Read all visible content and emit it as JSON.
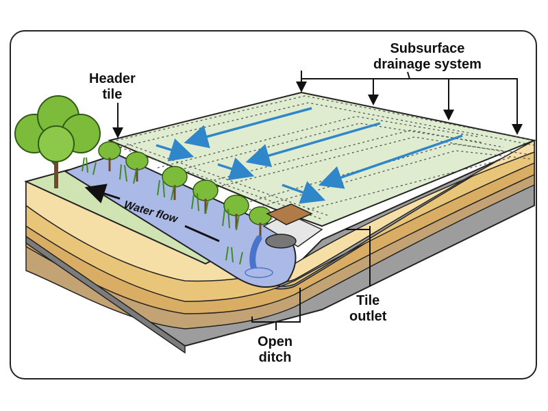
{
  "labels": {
    "subsurface": {
      "line1": "Subsurface",
      "line2": "drainage system"
    },
    "header_tile": {
      "line1": "Header",
      "line2": "tile"
    },
    "water_flow": "Water flow",
    "tile_outlet": {
      "line1": "Tile",
      "line2": "outlet"
    },
    "open_ditch": {
      "line1": "Open",
      "line2": "ditch"
    }
  },
  "colors": {
    "field": "#dfeccf",
    "grass": "#cfe3b3",
    "soil_top": "#f6dfa6",
    "soil_mid": "#e9c57a",
    "soil_deep": "#d9ad63",
    "subsoil": "#c3a374",
    "bedrock": "#9d9d9d",
    "water": "#aab9e6",
    "flow_arrow": "#2f86c9",
    "tree": "#7dbb3a",
    "outline": "#222222"
  },
  "icons": [
    "tree-icon",
    "shrub-icon",
    "flow-arrow-icon",
    "tile-outlet-icon"
  ]
}
